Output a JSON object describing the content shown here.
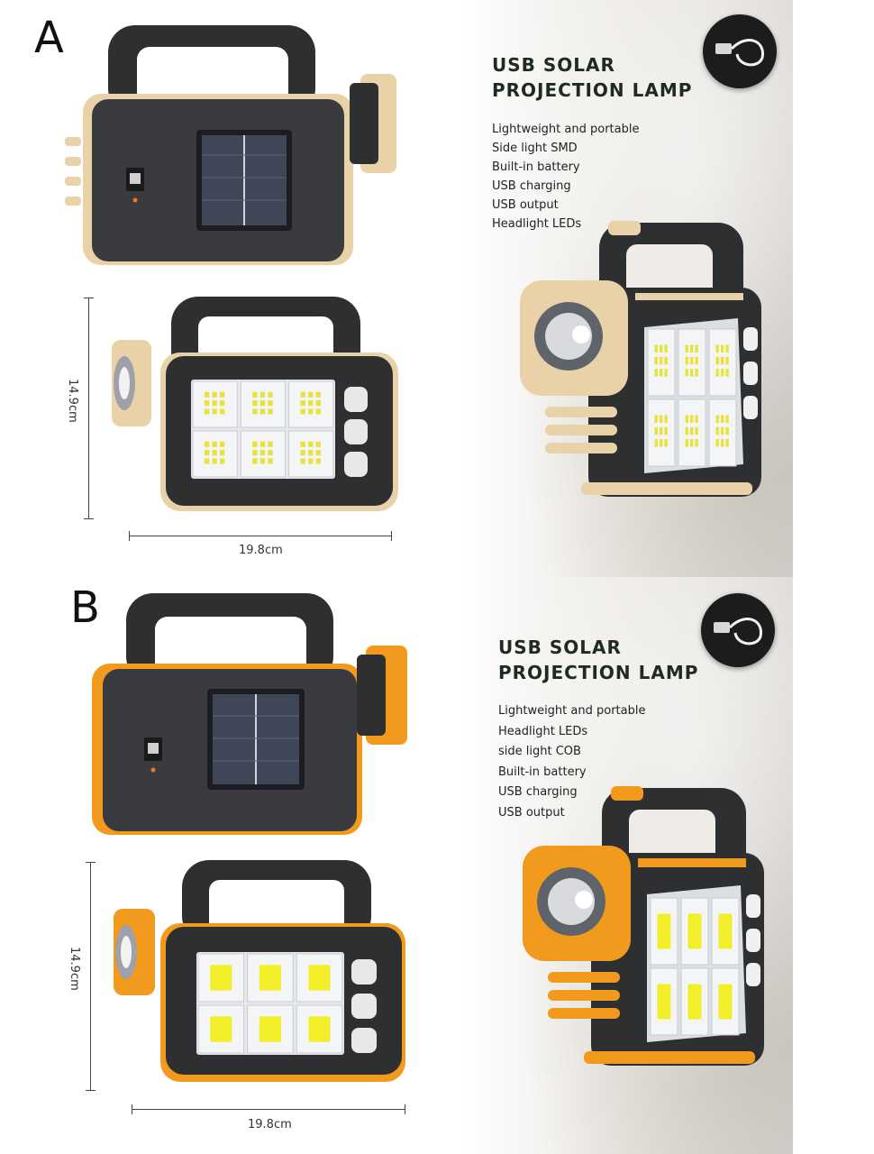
{
  "panels": [
    {
      "label": "A",
      "headline": [
        "USB SOLAR",
        "PROJECTION LAMP"
      ],
      "features": [
        "Lightweight and portable",
        "Side light SMD",
        "Built-in battery",
        "USB charging",
        "USB output",
        "Headlight LEDs"
      ],
      "height_dim": "14.9cm",
      "width_dim": "19.8cm",
      "accent": "#e9d2a8",
      "panel_led": "smd"
    },
    {
      "label": "B",
      "headline": [
        "USB SOLAR",
        "PROJECTION LAMP"
      ],
      "features": [
        "Lightweight and portable",
        "Headlight LEDs",
        "side light COB",
        "Built-in battery",
        "USB charging",
        "USB output"
      ],
      "height_dim": "14.9cm",
      "width_dim": "19.8cm",
      "accent": "#f29a1d",
      "panel_led": "cob"
    }
  ],
  "colors": {
    "body_dark": "#2e2f31",
    "highlight_green": "#cfe85a",
    "led_yellow": "#f2ef2a"
  },
  "icons": [
    "usb-cable-icon",
    "usb-port-icon",
    "solar-panel-icon",
    "headlight-icon"
  ]
}
